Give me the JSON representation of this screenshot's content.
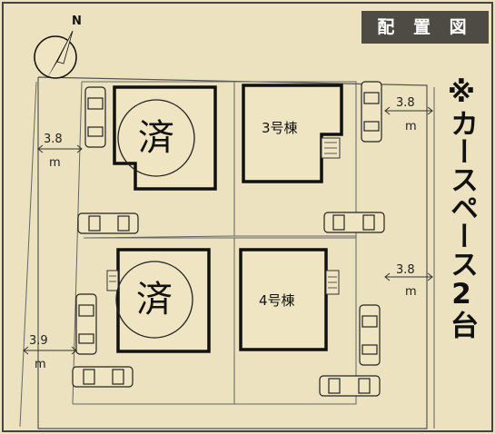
{
  "title": "配 置 図",
  "car_note": "※カースペース2台",
  "north": "N",
  "sold_mark": "済",
  "houses": {
    "h3": "3号棟",
    "h4": "4号棟"
  },
  "dimensions": {
    "left_top_value": "3.8",
    "left_top_unit": "m",
    "left_bottom_value": "3.9",
    "left_bottom_unit": "m",
    "right_top_value": "3.8",
    "right_top_unit": "m",
    "right_mid_value": "3.8",
    "right_mid_unit": "m"
  },
  "colors": {
    "background": "#ece2bf",
    "title_band": "#4e4b45",
    "line": "#222222"
  }
}
